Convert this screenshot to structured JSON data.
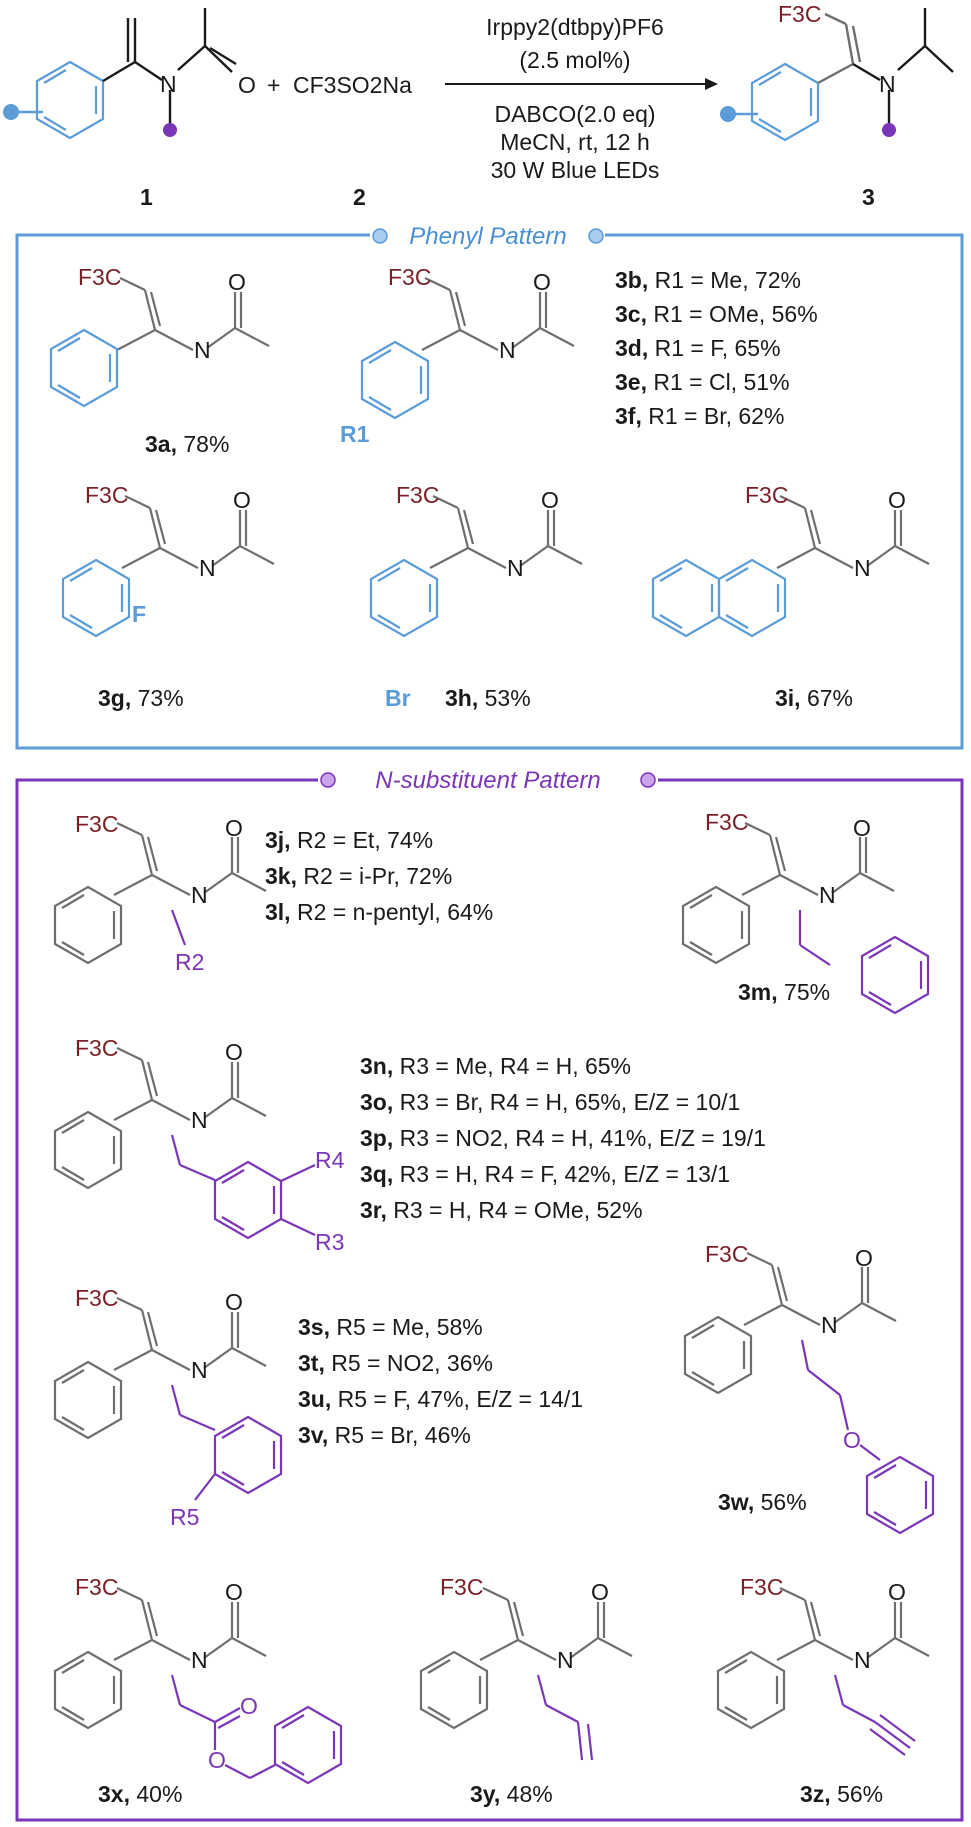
{
  "header": {
    "catalyst": "Irppy2(dtbpy)PF6",
    "catalyst_loading": "(2.5 mol%)",
    "conditions": [
      "DABCO(2.0 eq)",
      "MeCN, rt, 12 h",
      "30 W Blue LEDs"
    ],
    "plus": "+",
    "reagent": "CF3SO2Na",
    "labels": {
      "c1": "1",
      "c2": "2",
      "c3": "3"
    }
  },
  "phenyl_panel": {
    "title": "Phenyl Pattern",
    "entries": [
      {
        "id": "3a,",
        "text": " 78%"
      },
      {
        "id": "3g,",
        "text": " 73%"
      },
      {
        "id": "3h,",
        "text": " 53%"
      },
      {
        "id": "3i,",
        "text": " 67%"
      }
    ],
    "r1_list": [
      {
        "id": "3b,",
        "text": "R1 = Me, 72%"
      },
      {
        "id": "3c,",
        "text": "R1 = OMe, 56%"
      },
      {
        "id": "3d,",
        "text": "R1 = F, 65%"
      },
      {
        "id": "3e,",
        "text": "R1 = Cl, 51%"
      },
      {
        "id": "3f,",
        "text": "R1 = Br, 62%"
      }
    ],
    "substituents": {
      "r1": "R1",
      "f": "F",
      "br": "Br"
    }
  },
  "n_panel": {
    "title": "N-substituent Pattern",
    "r2_list": [
      {
        "id": "3j,",
        "text": "R2 = Et, 74%"
      },
      {
        "id": "3k,",
        "text": "R2 = i-Pr, 72%"
      },
      {
        "id": "3l,",
        "text": "R2 = n-pentyl, 64%"
      }
    ],
    "r34_list": [
      {
        "id": "3n,",
        "text": "R3 = Me, R4 = H,  65%"
      },
      {
        "id": "3o,",
        "text": "R3 = Br,  R4 = H,  65%, E/Z = 10/1"
      },
      {
        "id": "3p,",
        "text": "R3 = NO2, R4 = H,  41%, E/Z = 19/1"
      },
      {
        "id": "3q,",
        "text": "R3 = H,   R4 = F, 42%, E/Z = 13/1"
      },
      {
        "id": "3r,",
        "text": "R3 = H,   R4 = OMe,  52%"
      }
    ],
    "r5_list": [
      {
        "id": "3s,",
        "text": "R5 = Me, 58%"
      },
      {
        "id": "3t,",
        "text": "R5 = NO2, 36%"
      },
      {
        "id": "3u,",
        "text": "R5 = F, 47%, E/Z = 14/1"
      },
      {
        "id": "3v,",
        "text": "R5 = Br, 46%"
      }
    ],
    "entries": [
      {
        "id": "3m,",
        "text": " 75%"
      },
      {
        "id": "3w,",
        "text": " 56%"
      },
      {
        "id": "3x,",
        "text": " 40%"
      },
      {
        "id": "3y,",
        "text": " 48%"
      },
      {
        "id": "3z,",
        "text": " 56%"
      }
    ],
    "substituents": {
      "r2": "R2",
      "r3": "R3",
      "r4": "R4",
      "r5": "R5"
    }
  },
  "atoms": {
    "cf3": "F3C",
    "n": "N",
    "o": "O"
  },
  "colors": {
    "blue": "#5a9bd8",
    "purple": "#7b35b8",
    "frame_blue": "#5a9bd8",
    "frame_purple": "#7b35b8",
    "bond_grey": "#6e6e6e",
    "f3c": "#7a1f26"
  }
}
